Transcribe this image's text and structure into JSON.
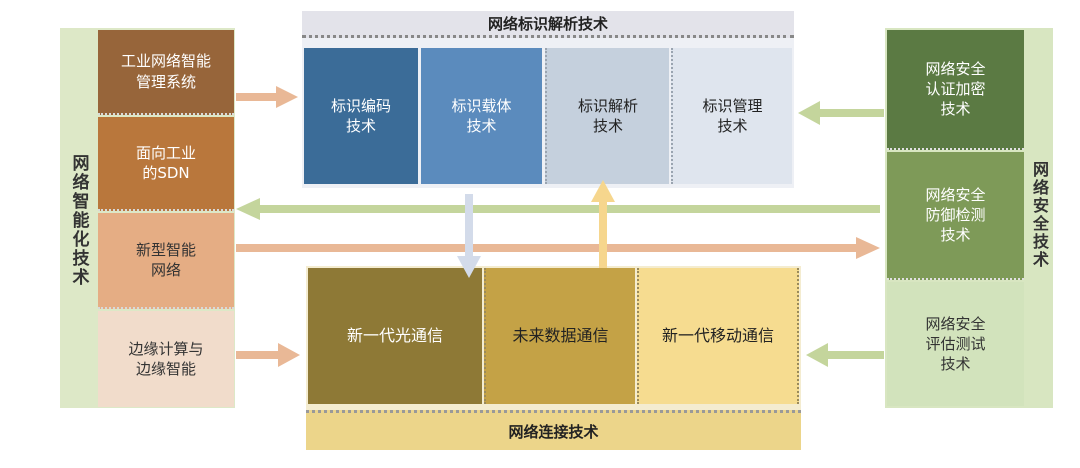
{
  "identification": {
    "title": "网络标识解析技术",
    "items": [
      "标识编码\n技术",
      "标识载体\n技术",
      "标识解析\n技术",
      "标识管理\n技术"
    ]
  },
  "intelligence": {
    "title": "网络智能化技术",
    "items": [
      "工业网络智能\n管理系统",
      "面向工业\n的SDN",
      "新型智能\n网络",
      "边缘计算与\n边缘智能"
    ]
  },
  "security": {
    "title": "网络安全技术",
    "items": [
      "网络安全\n认证加密\n技术",
      "网络安全\n防御检测\n技术",
      "网络安全\n评估测试\n技术"
    ]
  },
  "connection": {
    "title": "网络连接技术",
    "items": [
      "新一代光通信",
      "未来数据通信",
      "新一代移动通信"
    ]
  },
  "colors": {
    "intel_frame": "#dde8c7",
    "intel_1": "#97653a",
    "intel_2": "#b9773c",
    "intel_3": "#e5ad84",
    "intel_4": "#f1dccb",
    "ident_title": "#e3e3ea",
    "ident_1": "#3b6c98",
    "ident_2": "#5b8bbd",
    "ident_3": "#c5d0dd",
    "ident_4": "#dfe5ee",
    "sec_frame": "#d8e6c1",
    "sec_1": "#5b7a43",
    "sec_2": "#7e9a58",
    "sec_3": "#d2e3bc",
    "conn_bar": "#ecd58a",
    "conn_1": "#8e7936",
    "conn_2": "#c4a246",
    "conn_3": "#f6dc90",
    "arrow_orange": "#e9b896",
    "arrow_green": "#c4d59c",
    "arrow_yellow": "#f6d68d",
    "arrow_blue": "#d3dbea"
  }
}
